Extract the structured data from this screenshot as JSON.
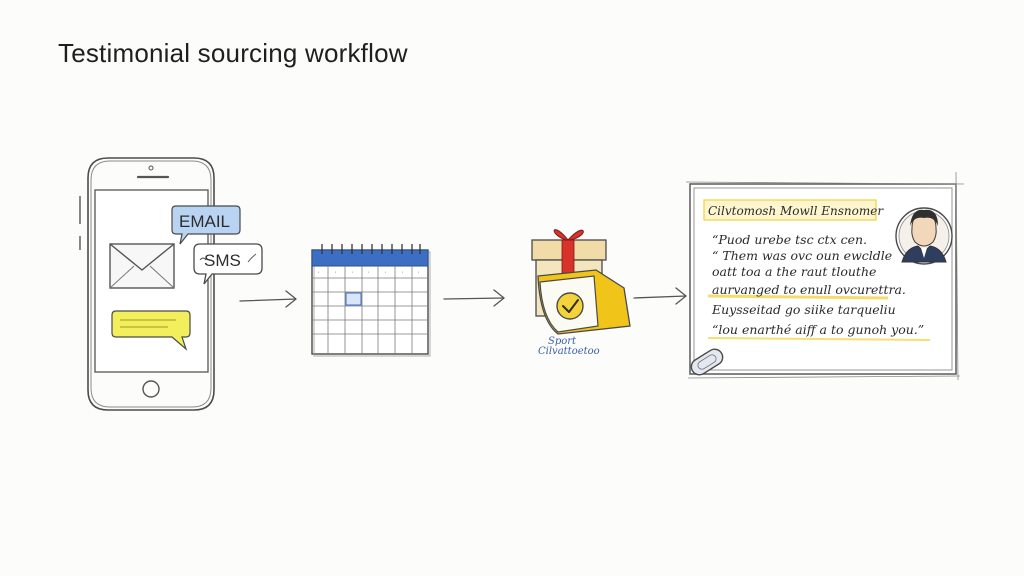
{
  "title": "Testimonial sourcing workflow",
  "phone": {
    "email_label": "EMAIL",
    "sms_label": "SMS"
  },
  "gift": {
    "caption_line1": "Sport",
    "caption_line2": "Cilvattoetoo"
  },
  "testimonial_card": {
    "header": "Cilvtomosh Mowll Ensnomer",
    "quote_lines": [
      "“Puod urebe tsc ctx cen.",
      "“ Them was ovc oun ewcldle",
      "oatt toa a the raut tlouthe",
      "aurvanged to enull ovcurettra.",
      "Euysseitad go siike tarqueliu",
      "“lou enarthé aiff a to gunoh you.”"
    ]
  },
  "colors": {
    "email_blue": "#b9d3f3",
    "calendar_blue": "#3c6fc4",
    "message_yellow": "#f2ee5c",
    "gift_yellow": "#f0c419",
    "ribbon_red": "#d8322c",
    "highlight_yellow": "#f3d23a"
  },
  "icons": [
    "smartphone-icon",
    "envelope-icon",
    "chat-bubble-icon",
    "arrow-right-icon",
    "calendar-icon",
    "gift-box-icon",
    "checkmark-badge-icon",
    "testimonial-card-icon",
    "avatar-portrait-icon",
    "paperclip-icon"
  ]
}
